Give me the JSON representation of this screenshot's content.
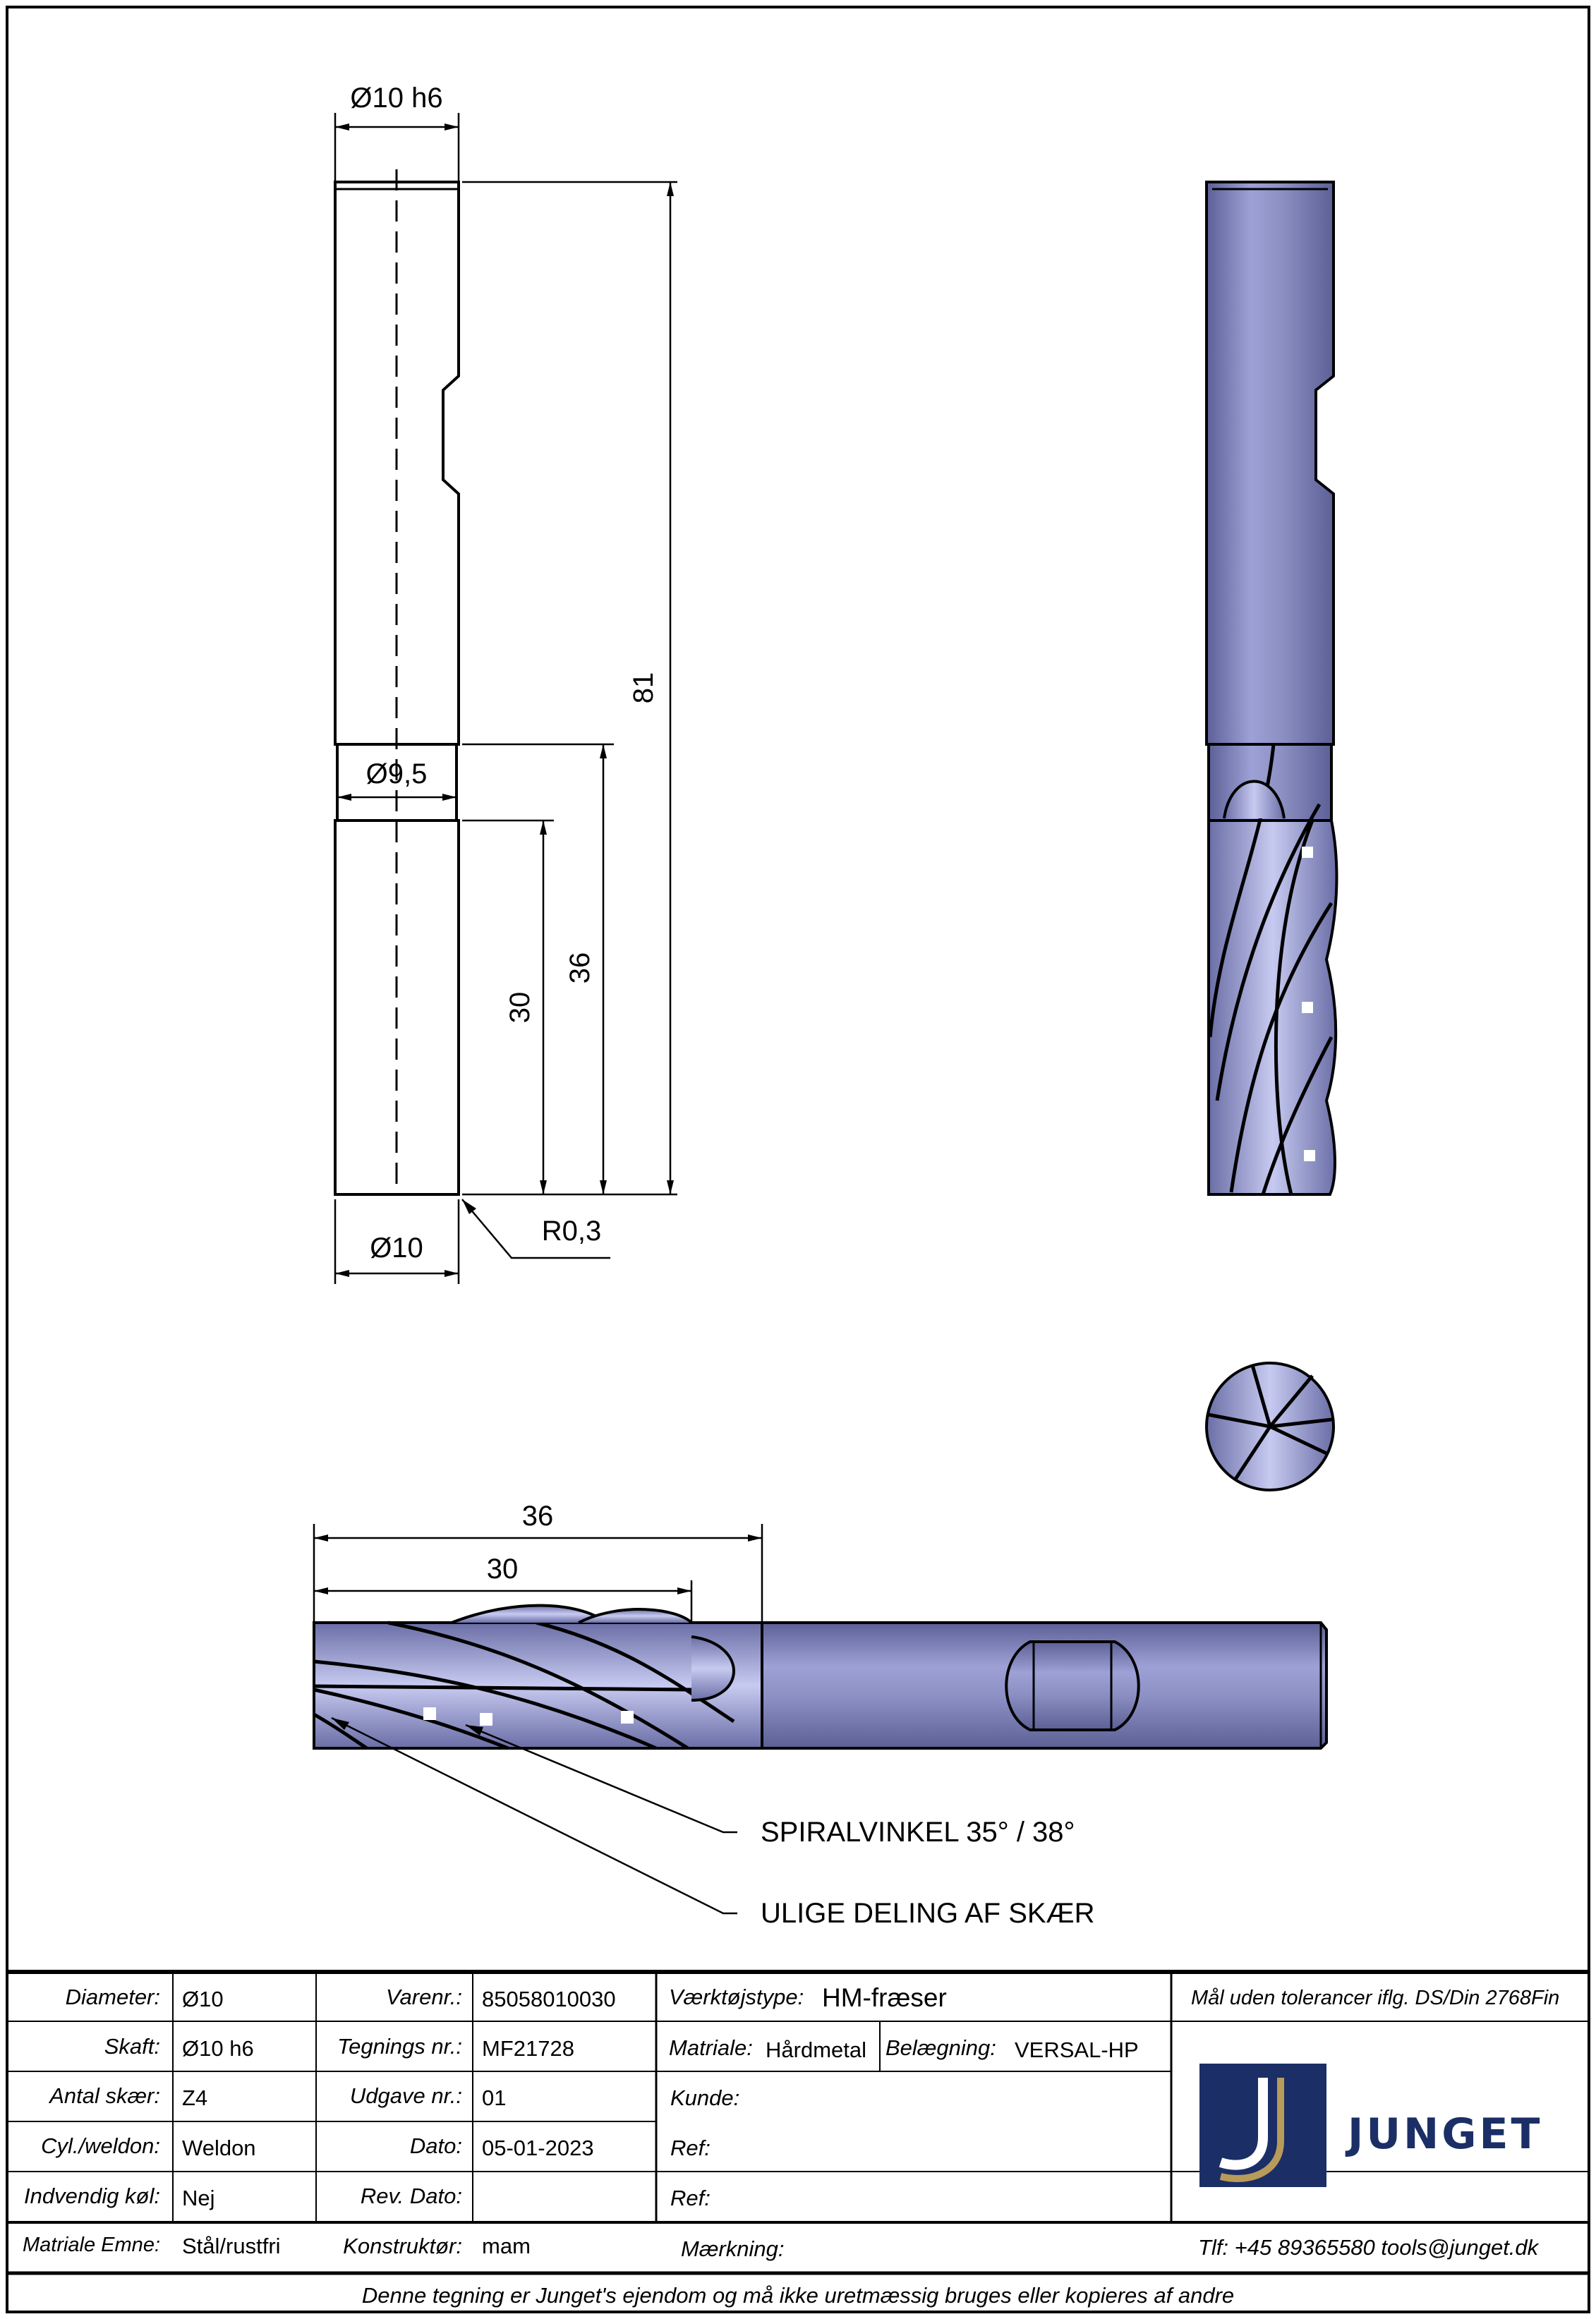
{
  "drawing": {
    "dim_shank_diameter": "Ø10 h6",
    "dim_neck_diameter": "Ø9,5",
    "dim_overall_length": "81",
    "dim_neck_length": "36",
    "dim_flute_length": "30",
    "dim_cut_diameter": "Ø10",
    "dim_corner_radius": "R0,3",
    "dim_side_36": "36",
    "dim_side_30": "30",
    "note_helix": "SPIRALVINKEL 35° / 38°",
    "note_division": "ULIGE DELING AF SKÆR",
    "colors": {
      "steel": "#8b8fc2",
      "steel_dark": "#5c6096",
      "steel_light": "#c7caf0",
      "line": "#000000"
    }
  },
  "title_block": {
    "diameter_label": "Diameter:",
    "diameter_value": "Ø10",
    "skaft_label": "Skaft:",
    "skaft_value": "Ø10 h6",
    "antal_label": "Antal skær:",
    "antal_value": "Z4",
    "cyl_label": "Cyl./weldon:",
    "cyl_value": "Weldon",
    "indv_label": "Indvendig køl:",
    "indv_value": "Nej",
    "emne_label": "Matriale Emne:",
    "emne_value": "Stål/rustfri",
    "varenr_label": "Varenr.:",
    "varenr_value": "85058010030",
    "tegn_label": "Tegnings nr.:",
    "tegn_value": "MF21728",
    "udgave_label": "Udgave nr.:",
    "udgave_value": "01",
    "dato_label": "Dato:",
    "dato_value": "05-01-2023",
    "revdato_label": "Rev. Dato:",
    "revdato_value": "",
    "konstr_label": "Konstruktør:",
    "konstr_value": "mam",
    "vaerktoj_label": "Værktøjstype:",
    "vaerktoj_value": "HM-fræser",
    "matriale_label": "Matriale:",
    "matriale_value": "Hårdmetal",
    "belaeg_label": "Belægning:",
    "belaeg_value": "VERSAL-HP",
    "kunde_label": "Kunde:",
    "ref1_label": "Ref:",
    "ref2_label": "Ref:",
    "maerk_label": "Mærkning:",
    "tolerance_note": "Mål uden tolerancer iflg. DS/Din 2768Fin",
    "logo_text": "JUNGET",
    "contact": "Tlf: +45 89365580  tools@junget.dk",
    "footer": "Denne tegning er Junget's ejendom og må ikke uretmæssig bruges eller kopieres af andre",
    "brand_color": "#1b2f66",
    "accent_color": "#b89a5a"
  }
}
